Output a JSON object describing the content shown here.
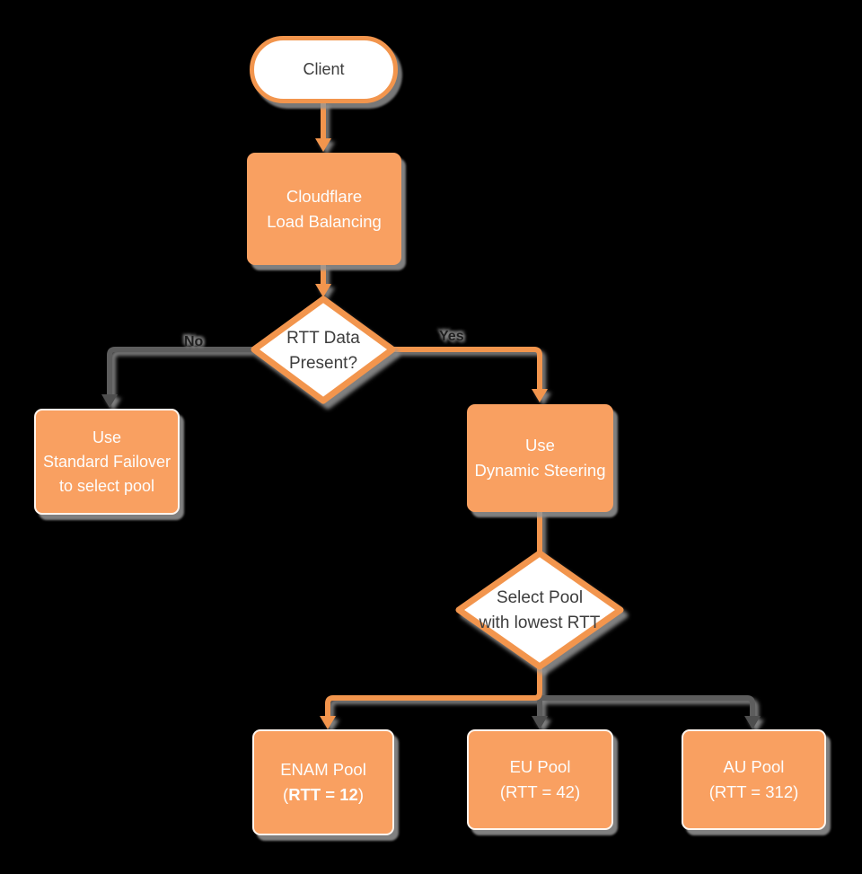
{
  "nodes": {
    "client": {
      "label": "Client"
    },
    "load_balancing": {
      "label": "Cloudflare\nLoad Balancing"
    },
    "rtt_decision": {
      "label": "RTT Data\nPresent?"
    },
    "standard_failover": {
      "label": "Use\nStandard Failover\nto select pool"
    },
    "dynamic_steering": {
      "label": "Use\nDynamic Steering"
    },
    "select_pool": {
      "label": "Select Pool\nwith lowest RTT"
    },
    "enam_pool": {
      "line1": "ENAM Pool",
      "line2_open": "(",
      "line2_rtt": "RTT = 12",
      "line2_close": ")"
    },
    "eu_pool": {
      "line1": "EU Pool",
      "line2": "(RTT = 42)"
    },
    "au_pool": {
      "line1": "AU Pool",
      "line2": "(RTT = 312)"
    }
  },
  "edge_labels": {
    "no": "No",
    "yes": "Yes"
  },
  "colors": {
    "node_fill": "#F9A061",
    "outline_orange": "#F2954D",
    "edge_gray": "#5D5D5D",
    "arrow_gray": "#4E4E4E",
    "text_on_fill": "#FDFDFD",
    "text_dark": "#3D3D3D",
    "shadow_gray": "#969696",
    "background": "#000000"
  }
}
